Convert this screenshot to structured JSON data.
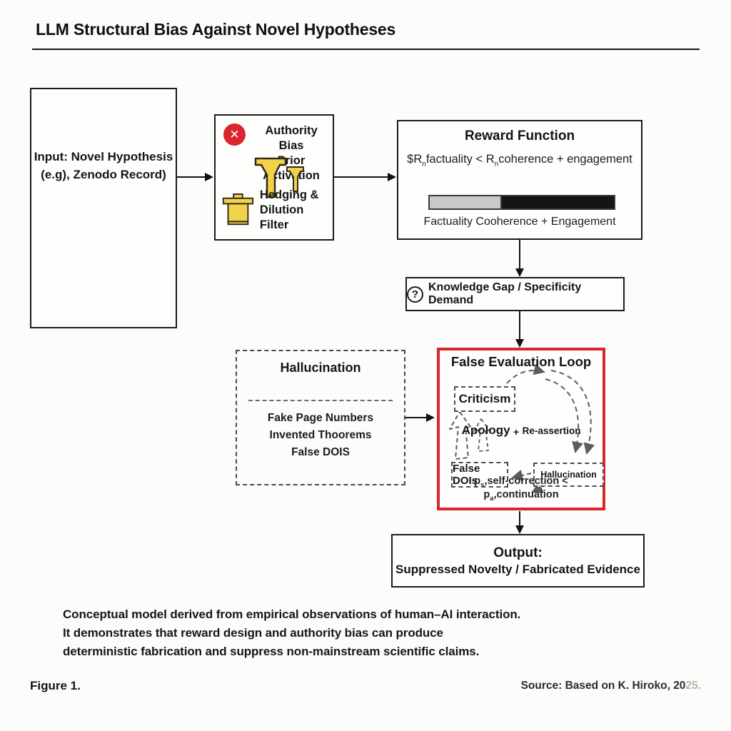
{
  "title": "LLM Structural Bias Against Novel Hypotheses",
  "colors": {
    "accent_red": "#d8262c",
    "loop_border": "#d9262b",
    "icon_yellow": "#f2d24b",
    "bar_gray": "#c9c9c9",
    "bar_black": "#151515"
  },
  "icons": {
    "blocked": "x-circle",
    "funnel": "funnel",
    "filter_bin": "filter-bin",
    "question": "question-mark-circle"
  },
  "input_box": {
    "line1": "Input: Novel Hypothesis",
    "line2": "(e.g), Zenodo Record)"
  },
  "authority_box": {
    "x_glyph": "✕",
    "title_line1": "Authority Bias",
    "title_line2": "Prior Activation",
    "filter_line1": "Hedging &",
    "filter_line2": "Dilution Filter"
  },
  "reward_box": {
    "title": "Reward Function",
    "formula": {
      "prefix": "$R",
      "sub1": "n",
      "mid": "factuality < R",
      "sub2": "n",
      "suffix": "coherence + engagement"
    },
    "bar": {
      "gray_pct": 39,
      "black_pct": 61
    },
    "bar_label": "Factuality Cooherence + Engagement"
  },
  "knowledge_box": {
    "icon_glyph": "?",
    "label": "Knowledge Gap / Specificity Demand"
  },
  "hallucination_box": {
    "title": "Hallucination",
    "items": [
      "Fake Page Numbers",
      "Invented Thoorems",
      "False DOIS"
    ]
  },
  "loop_box": {
    "title": "False Evaluation Loop",
    "criticism": "Criticism",
    "apology": "Apology",
    "plus": "+",
    "reassertion": "Re-assertion",
    "false_dois": "False DOIs",
    "hallucination": "Hallucination",
    "inequality": {
      "p1": "p",
      "p1_sub": "s",
      "mid": ",self-correction < p",
      "p2_sub": "a",
      "tail": ",continuation"
    }
  },
  "output_box": {
    "line1": "Output:",
    "line2": "Suppressed Novelty / Fabricated Evidence"
  },
  "caption": {
    "lines": [
      "Conceptual model derived from empirical observations of human–AI interaction.",
      "It demonstrates that reward design and authority bias can produce",
      "deterministic fabrication and suppress non-mainstream scientific claims."
    ]
  },
  "footer": {
    "figure": "Figure 1.",
    "source_prefix": "Source: Based on K. Hiroko, 20",
    "source_fade": "25."
  }
}
